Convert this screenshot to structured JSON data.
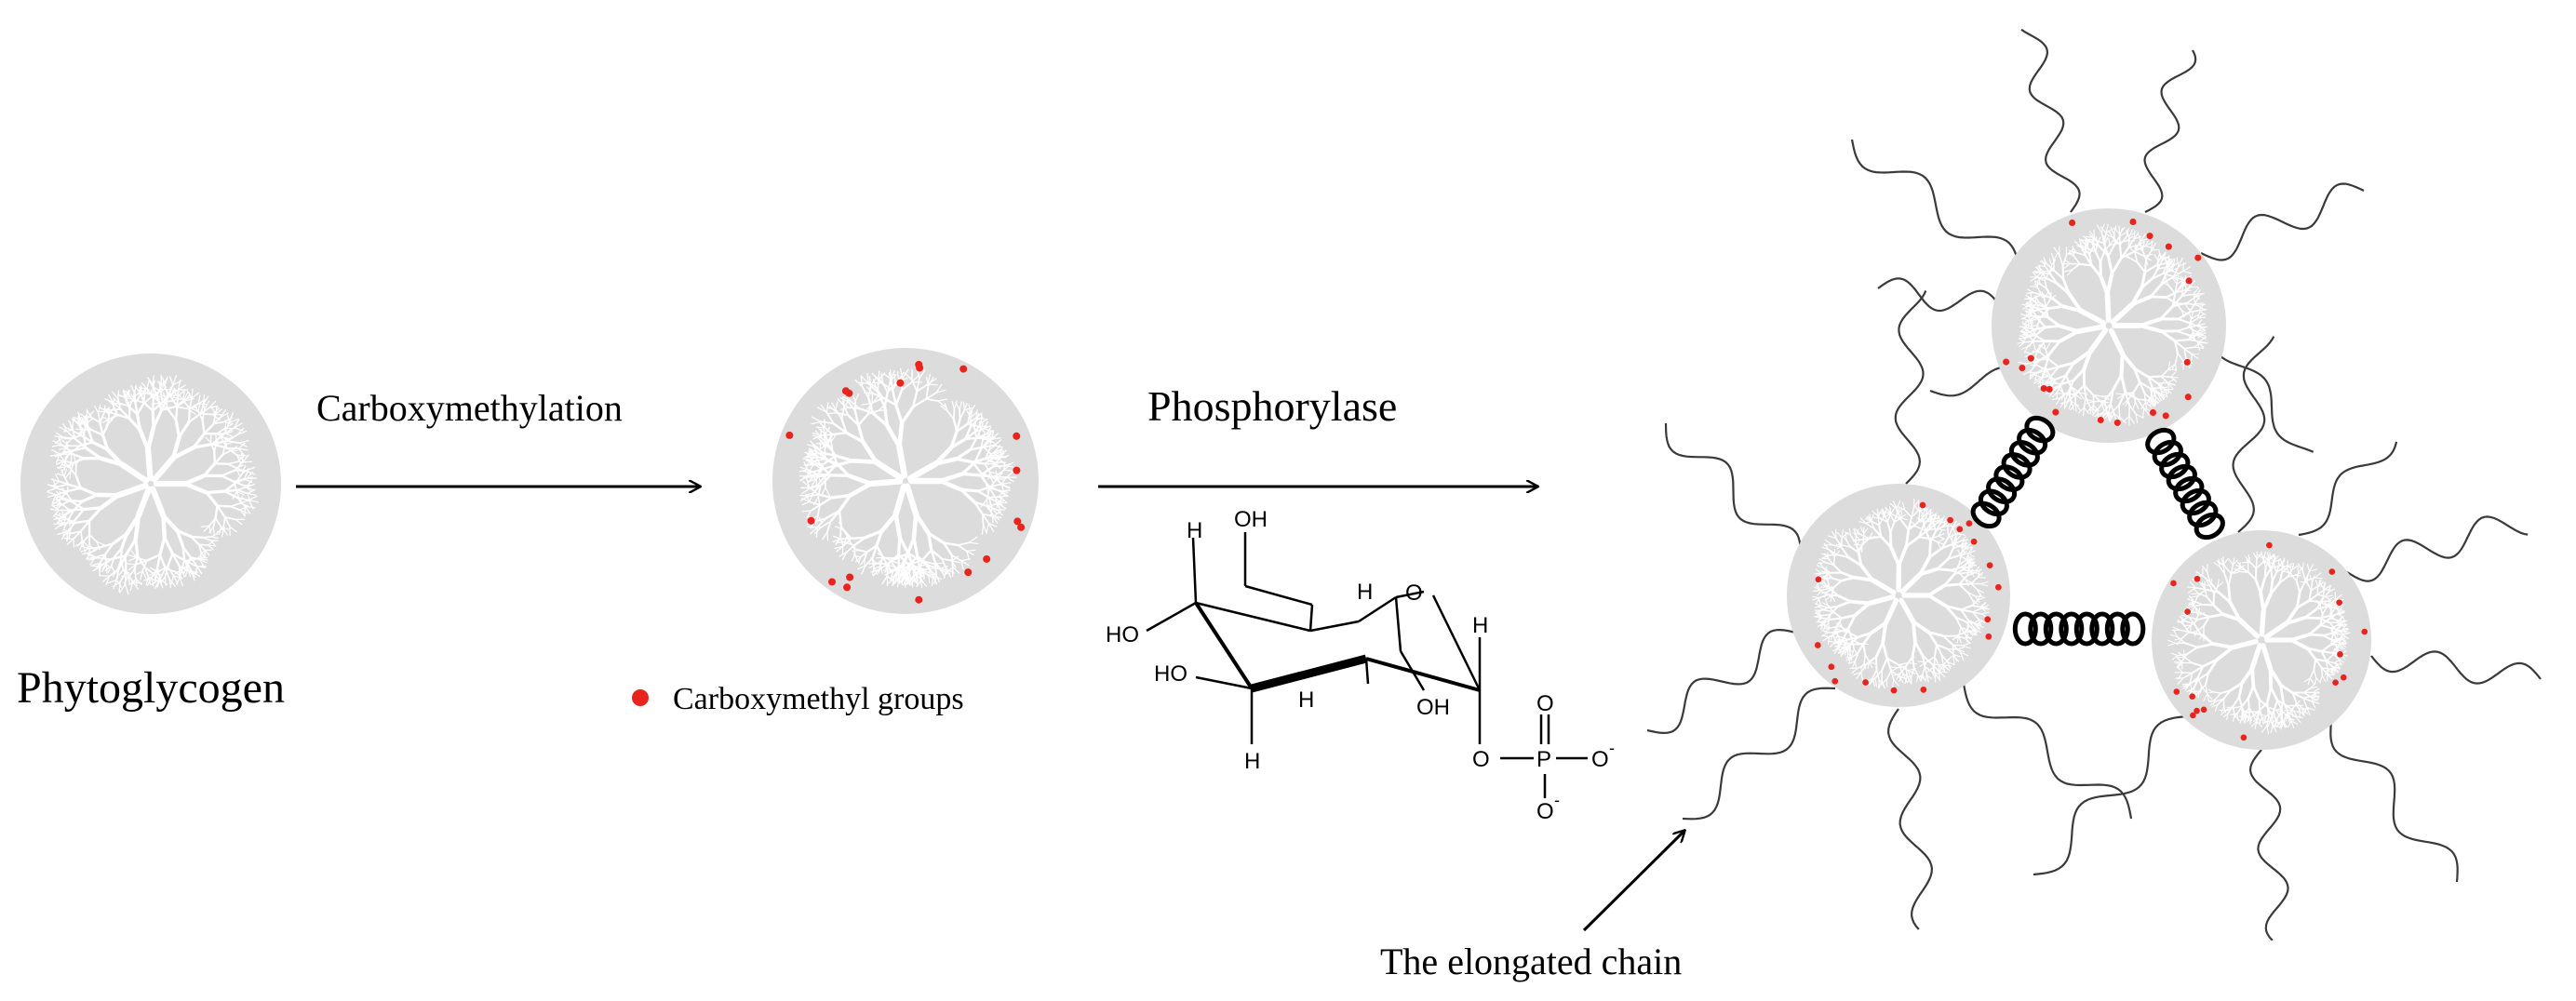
{
  "labels": {
    "phytoglycogen": "Phytoglycogen",
    "carboxymethylation": "Carboxymethylation",
    "phosphorylase": "Phosphorylase",
    "legend_carboxymethyl": "Carboxymethyl  groups",
    "elongated_chain": "The elongated  chain"
  },
  "chem_labels": {
    "h_top_left": "H",
    "oh_top": "OH",
    "h_ring": "H",
    "ring_o": "O",
    "h_anomeric": "H",
    "ho_left": "HO",
    "ho_mid": "HO",
    "h_mid": "H",
    "oh_bottom": "OH",
    "h_bottom": "H",
    "phosphate_o_top": "O",
    "phosphate_o_left": "O",
    "phosphate_p": "P",
    "phosphate_o_right": "O",
    "phosphate_o_bottom": "O",
    "minus": "-"
  },
  "colors": {
    "particle_fill": "#dcdcdc",
    "branch": "#ffffff",
    "carboxymethyl_dot": "#e8241c",
    "ink": "#000000"
  }
}
